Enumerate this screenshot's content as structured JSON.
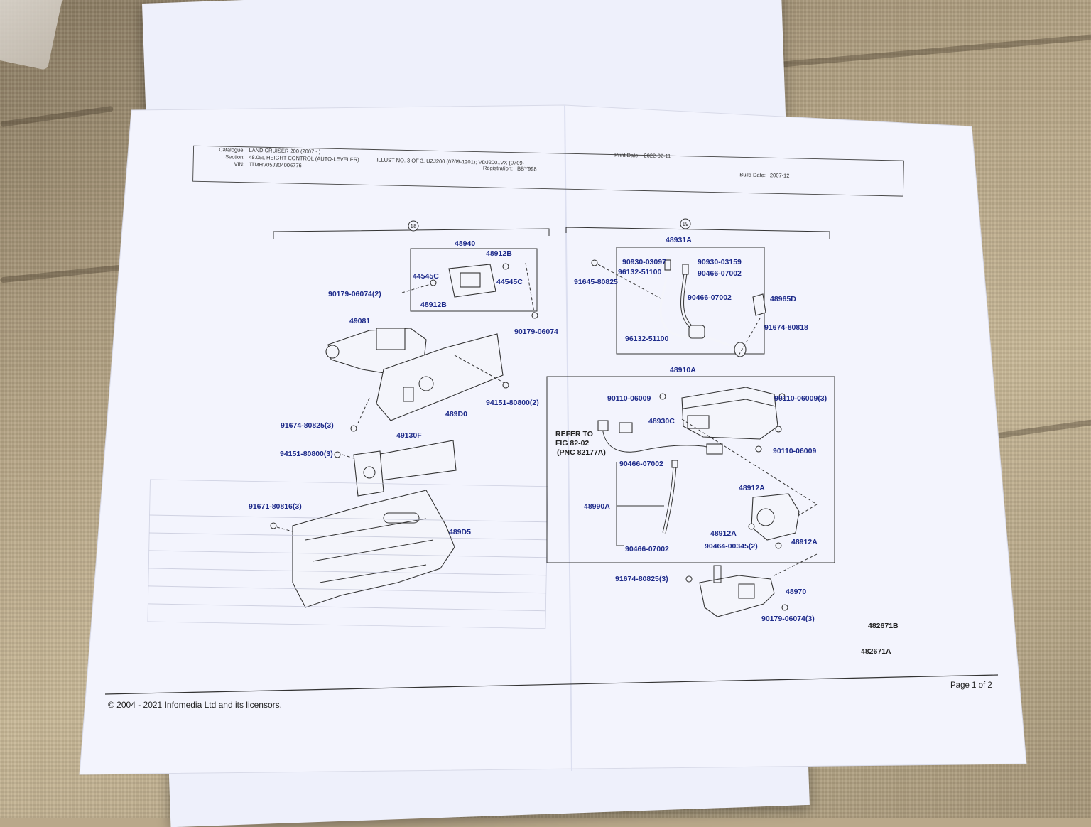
{
  "header": {
    "catalogue_label": "Catalogue:",
    "catalogue_value": "LAND CRUISER 200 (2007 - )",
    "section_label": "Section:",
    "section_value": "48.05L HEIGHT CONTROL (AUTO-LEVELER)",
    "illust_value": "ILLUST NO. 3 OF 3, UZJ200 (0709-1201); VDJ200..VX (0709-",
    "vin_label": "VIN:",
    "vin_value": "JTMHV05J304006776",
    "print_date_label": "Print Date:",
    "print_date_value": "2022-02-11",
    "registration_label": "Registration:",
    "registration_value": "BBY998",
    "build_date_label": "Build Date:",
    "build_date_value": "2007-12"
  },
  "diagram": {
    "group_left": "18",
    "group_right": "19",
    "labels_left": {
      "p48940": "48940",
      "p48912b_top": "48912B",
      "p44545c_left": "44545C",
      "p44545c_right": "44545C",
      "p48912b_bottom": "48912B",
      "p90179_left": "90179-06074(2)",
      "p90179_right": "90179-06074",
      "p49081": "49081",
      "p94151_a": "94151-80800(2)",
      "p489d0": "489D0",
      "p91674_a": "91674-80825(3)",
      "p49130f": "49130F",
      "p94151_b": "94151-80800(3)",
      "p91671": "91671-80816(3)",
      "p489d5": "489D5"
    },
    "labels_right": {
      "p48931a": "48931A",
      "p90930_03097": "90930-03097",
      "p90930_03159": "90930-03159",
      "p96132_top": "96132-51100",
      "p90466_a": "90466-07002",
      "p91645": "91645-80825",
      "p90466_b": "90466-07002",
      "p48965d": "48965D",
      "p91674_b": "91674-80818",
      "p96132_bottom": "96132-51100",
      "p48910a": "48910A",
      "p90110_a": "90110-06009",
      "p90110_b": "90110-06009(3)",
      "p48930c": "48930C",
      "refer1": "REFER TO",
      "refer2": "FIG 82-02",
      "refer3": "(PNC 82177A)",
      "p90110_c": "90110-06009",
      "p90466_c": "90466-07002",
      "p48912a_top": "48912A",
      "p48990a": "48990A",
      "p48912a_mid": "48912A",
      "p90466_d": "90466-07002",
      "p90464": "90464-00345(2)",
      "p48912a_right": "48912A",
      "p91674_c": "91674-80825(3)",
      "p48970": "48970",
      "p90179_c": "90179-06074(3)"
    },
    "illust_ref_b": "482671B",
    "illust_ref_a": "482671A"
  },
  "footer": {
    "page": "Page 1 of 2",
    "copyright": "© 2004 - 2021 Infomedia Ltd and its licensors."
  }
}
